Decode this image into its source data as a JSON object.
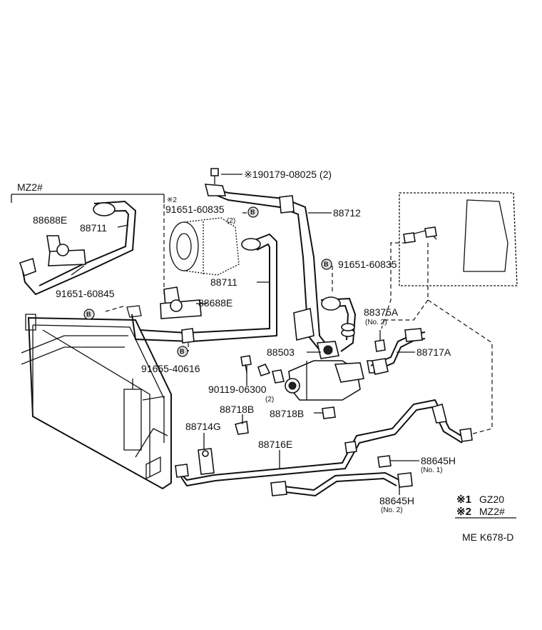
{
  "labels": {
    "mz2": "MZ2#",
    "note2": "※2",
    "p88688e_a": "88688E",
    "p88711_a": "88711",
    "p88711_b": "88711",
    "p88688e_b": "88688E",
    "p91651_60845": "91651-60845",
    "p91655_40616": "91655-40616",
    "p190179": "※190179-08025 (2)",
    "p91651_60835_a": "91651-60835",
    "p91651_60835_a_qty": "(2)",
    "p88712": "88712",
    "p91651_60835_b": "91651-60835",
    "p88375a": "88375A",
    "p88375a_no": "(No. 2)",
    "p88503": "88503",
    "p88717a": "88717A",
    "p90119": "90119-06300",
    "p90119_qty": "(2)",
    "p88718b_a": "88718B",
    "p88718b_b": "88718B",
    "p88714g": "88714G",
    "p88716e": "88716E",
    "p88645h_a": "88645H",
    "p88645h_a_no": "(No. 1)",
    "p88645h_b": "88645H",
    "p88645h_b_no": "(No. 2)"
  },
  "bolt_marker": "B",
  "legend": {
    "row1_mark": "※1",
    "row1_text": "GZ20",
    "row2_mark": "※2",
    "row2_text": "MZ2#"
  },
  "code": "ME K678-D"
}
